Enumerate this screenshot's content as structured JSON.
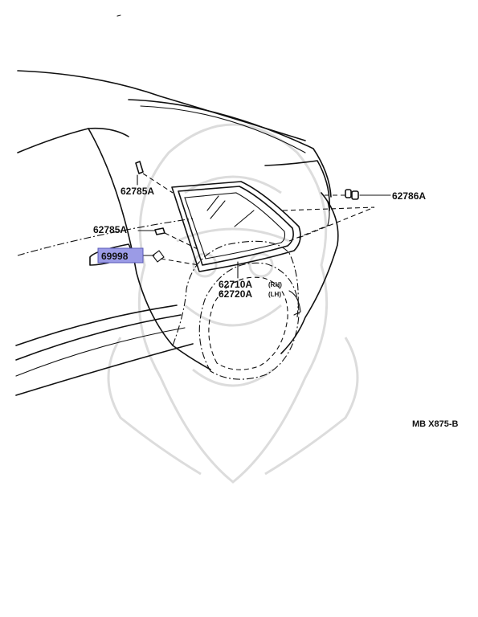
{
  "parts": [
    {
      "id": "p1",
      "number": "62785A"
    },
    {
      "id": "p2",
      "number": "62785A"
    },
    {
      "id": "p3",
      "number": "62786A"
    },
    {
      "id": "p4",
      "number": "69998",
      "highlighted": true
    },
    {
      "id": "p5",
      "number": "62710A",
      "side": "(RH)"
    },
    {
      "id": "p6",
      "number": "62720A",
      "side": "(LH)"
    }
  ],
  "diagram_code": "MB X875-B",
  "colors": {
    "highlight_fill": "#9b9be6",
    "highlight_border": "#5a5ab8",
    "line": "#111111",
    "watermark": "#d9d9d9"
  }
}
